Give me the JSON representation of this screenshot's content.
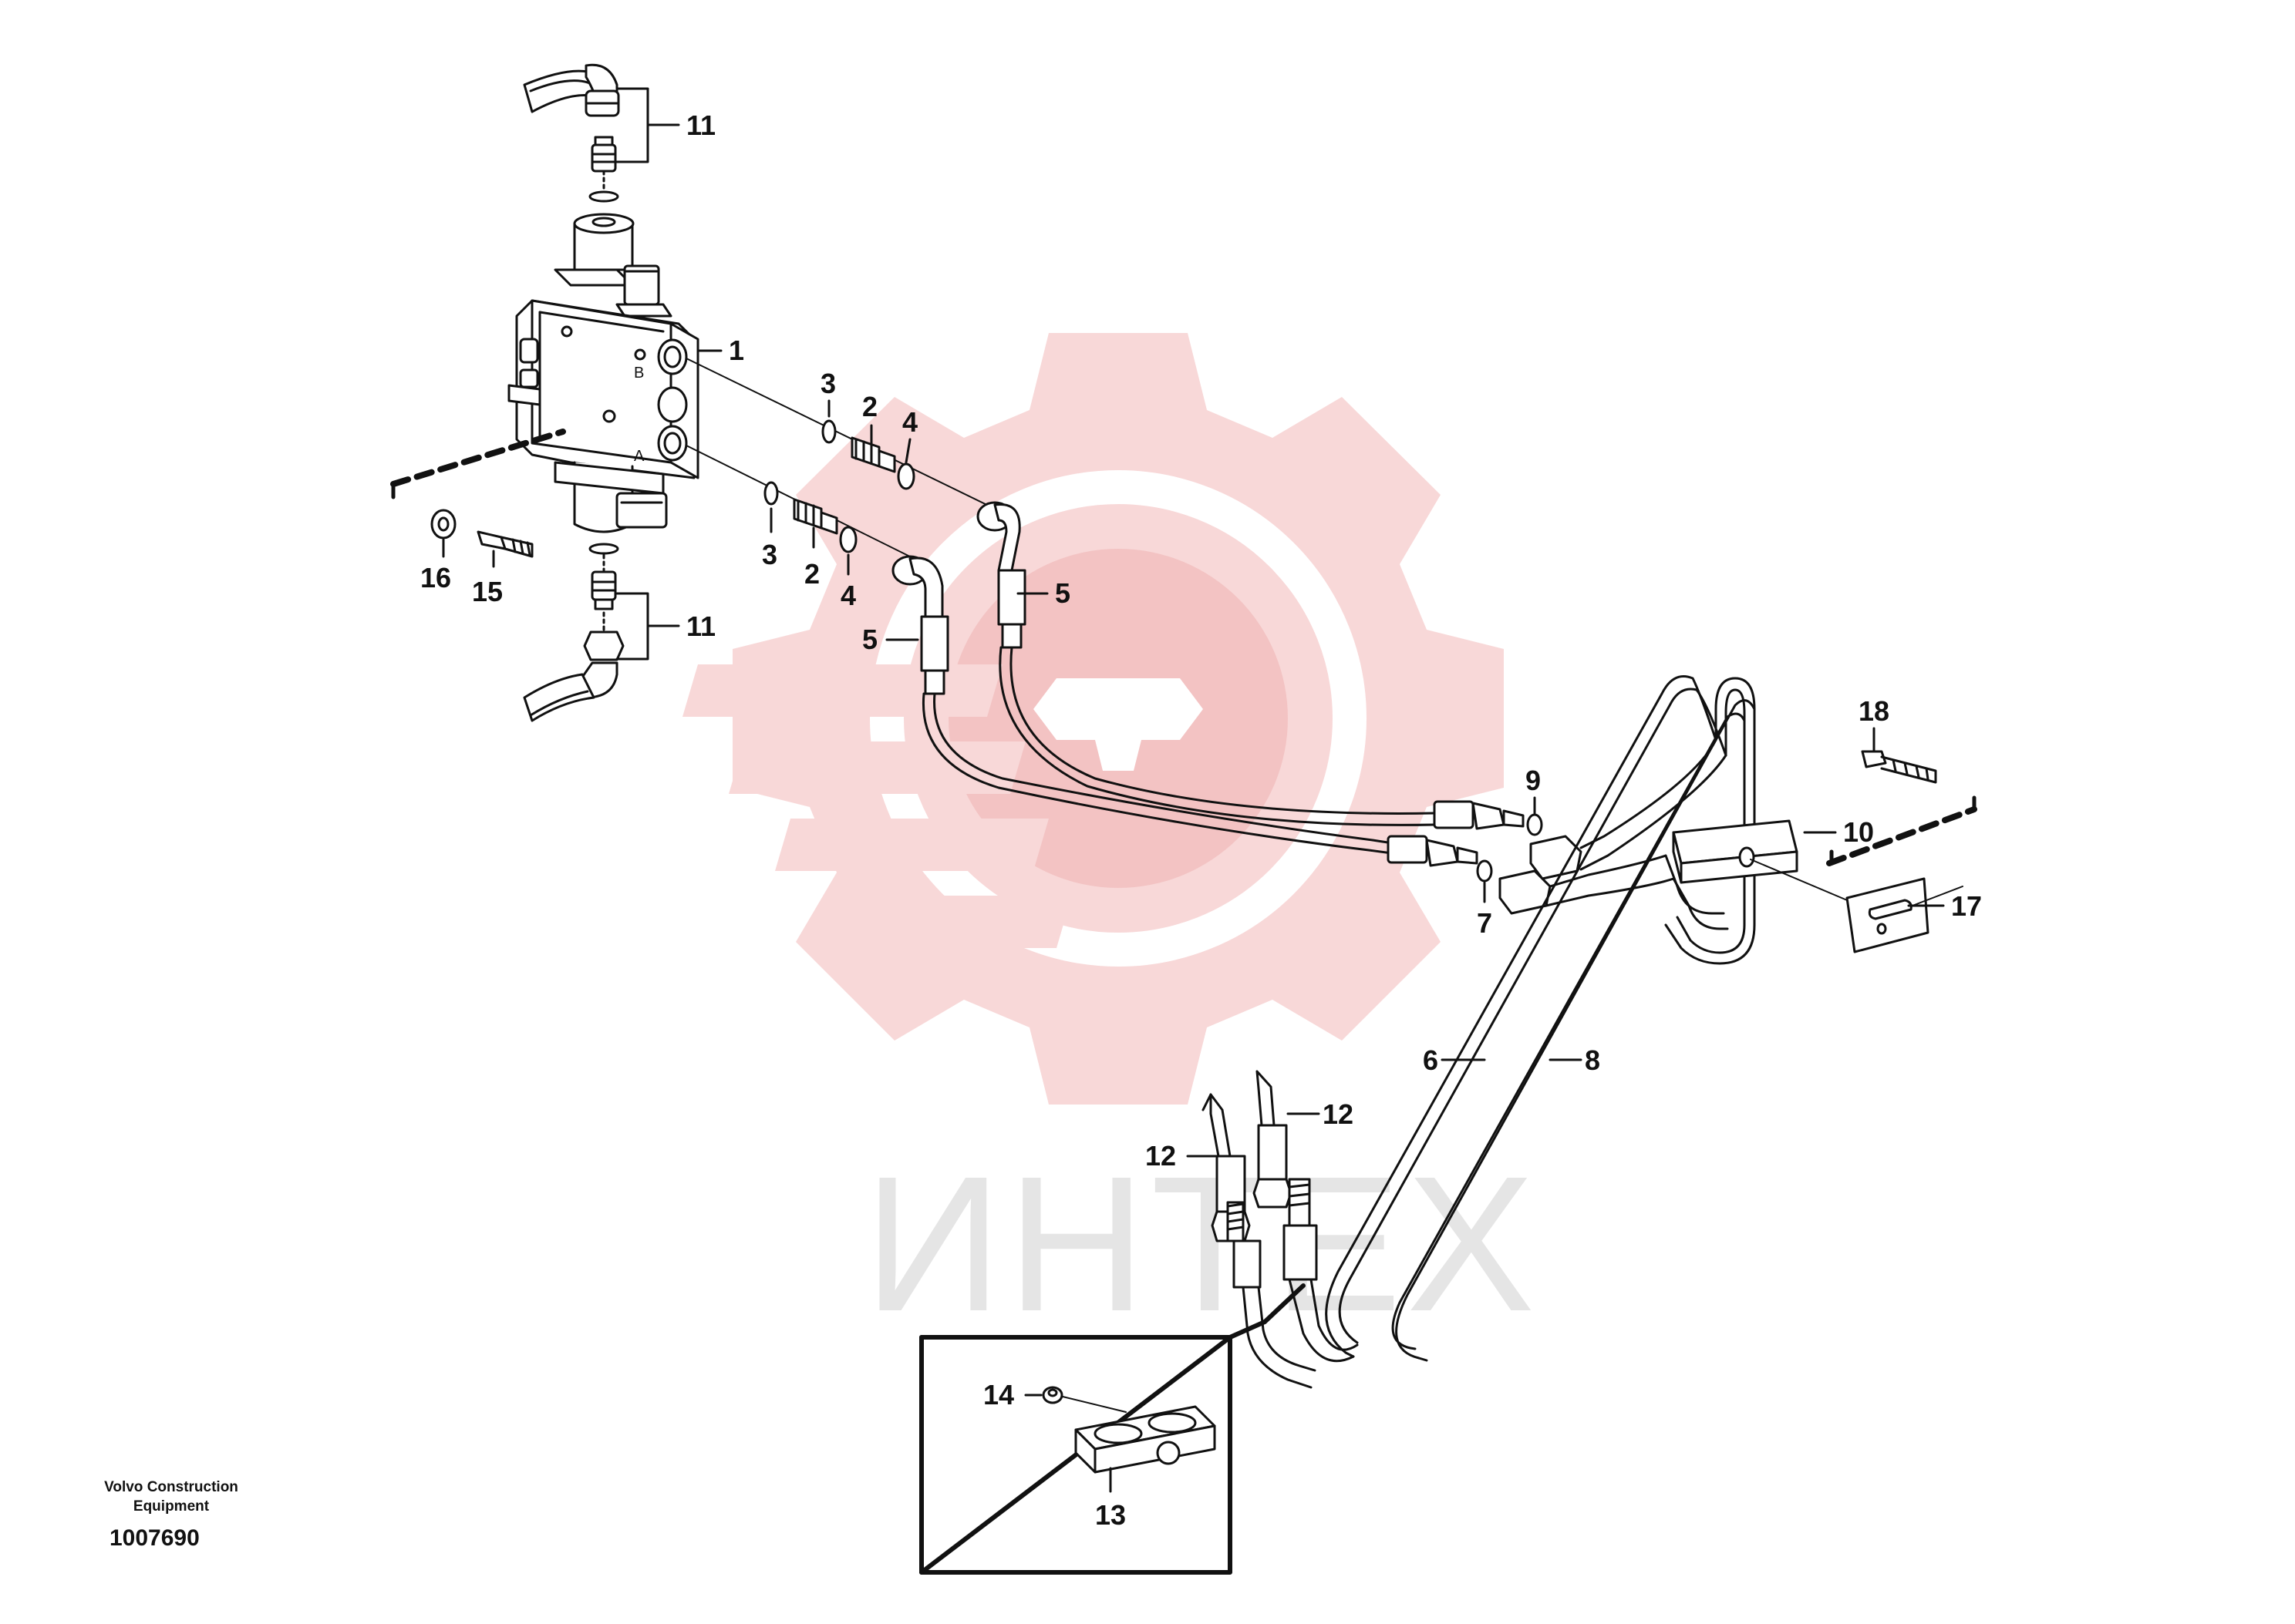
{
  "watermark": {
    "text": "ИНТЕХ",
    "gear_color": "#f8d8d8",
    "gear_color_dark": "#f3c3c3",
    "text_color": "#e5e5e5"
  },
  "footer": {
    "manufacturer_line1": "Volvo Construction",
    "manufacturer_line2": "Equipment",
    "drawing_number": "1007690"
  },
  "callouts": {
    "c1": "1",
    "c2a": "2",
    "c2b": "2",
    "c3a": "3",
    "c3b": "3",
    "c4a": "4",
    "c4b": "4",
    "c5a": "5",
    "c5b": "5",
    "c6": "6",
    "c7": "7",
    "c8": "8",
    "c9": "9",
    "c10": "10",
    "c11a": "11",
    "c11b": "11",
    "c12a": "12",
    "c12b": "12",
    "c13": "13",
    "c14": "14",
    "c15": "15",
    "c16": "16",
    "c17": "17",
    "c18": "18"
  },
  "valve_ports": {
    "port_b": "B",
    "port_a": "A"
  },
  "colors": {
    "line": "#111111",
    "background": "#ffffff"
  }
}
